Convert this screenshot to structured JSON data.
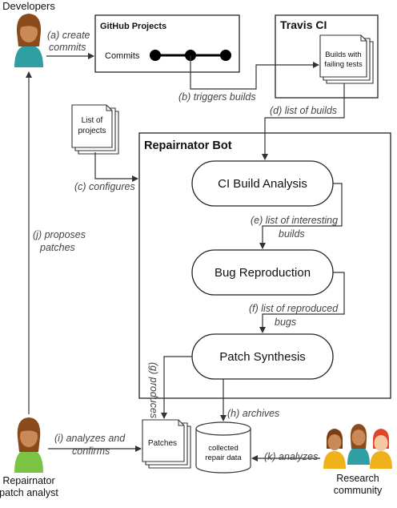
{
  "actors": {
    "developers": "Developers",
    "analyst_line1": "Repairnator",
    "analyst_line2": "patch analyst",
    "research_line1": "Research",
    "research_line2": "community"
  },
  "boxes": {
    "github_title": "GitHub Projects",
    "commits_label": "Commits",
    "travis_title": "Travis CI",
    "builds_failing_line1": "Builds with",
    "builds_failing_line2": "failing tests",
    "list_projects_line1": "List of",
    "list_projects_line2": "projects",
    "bot_title": "Repairnator Bot",
    "ci_build_analysis": "CI Build Analysis",
    "bug_reproduction": "Bug Reproduction",
    "patch_synthesis": "Patch Synthesis",
    "patches": "Patches",
    "collected_line1": "collected",
    "collected_line2": "repair data"
  },
  "edges": {
    "a_line1": "(a) create",
    "a_line2": "commits",
    "b": "(b) triggers builds",
    "c": "(c) configures",
    "d": "(d) list of builds",
    "e_line1": "(e) list of interesting",
    "e_line2": "builds",
    "f_line1": "(f) list of reproduced",
    "f_line2": "bugs",
    "g": "(g) produces",
    "h": "(h) archives",
    "i_line1": "(i) analyzes and",
    "i_line2": "confirms",
    "j_line1": "(j) proposes",
    "j_line2": "patches",
    "k": "(k) analyzes"
  },
  "colors": {
    "skin": "#c98a58",
    "hair": "#8a4a1c",
    "shirt_teal": "#2f9fa3",
    "shirt_green": "#7cc245",
    "shirt_orange": "#f0b21a"
  }
}
